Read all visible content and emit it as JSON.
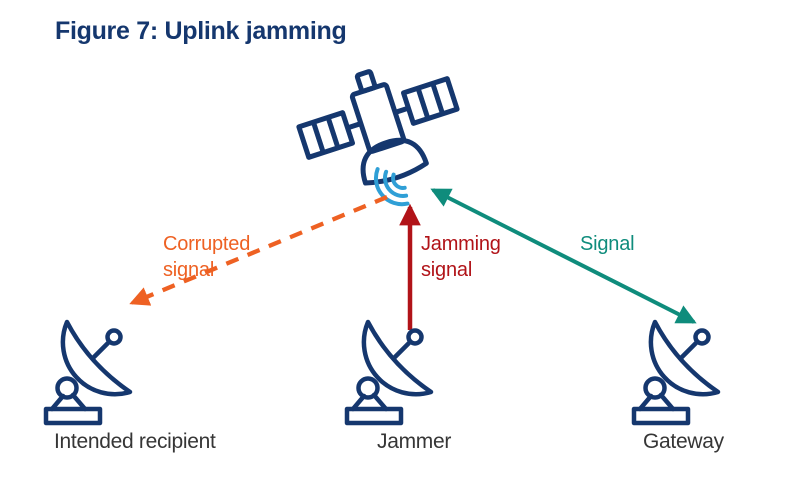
{
  "title": "Figure 7: Uplink jamming",
  "colors": {
    "navy": "#15376e",
    "orange": "#ee6123",
    "red": "#b11318",
    "teal": "#0f8c7c",
    "wave-blue": "#2f9fd6",
    "label-dark": "#363636",
    "background": "#ffffff"
  },
  "icons": {
    "satellite": "satellite-icon",
    "waves": "signal-waves-icon",
    "ground_station": "satellite-dish-icon"
  },
  "arrows": {
    "corrupted": {
      "label": "Corrupted\nsignal",
      "style": "dashed",
      "color": "#ee6123"
    },
    "jamming": {
      "label": "Jamming\nsignal",
      "style": "solid",
      "color": "#b11318"
    },
    "signal": {
      "label": "Signal",
      "style": "solid-double",
      "color": "#0f8c7c"
    }
  },
  "stations": {
    "intended": {
      "label": "Intended recipient"
    },
    "jammer": {
      "label": "Jammer"
    },
    "gateway": {
      "label": "Gateway"
    }
  }
}
